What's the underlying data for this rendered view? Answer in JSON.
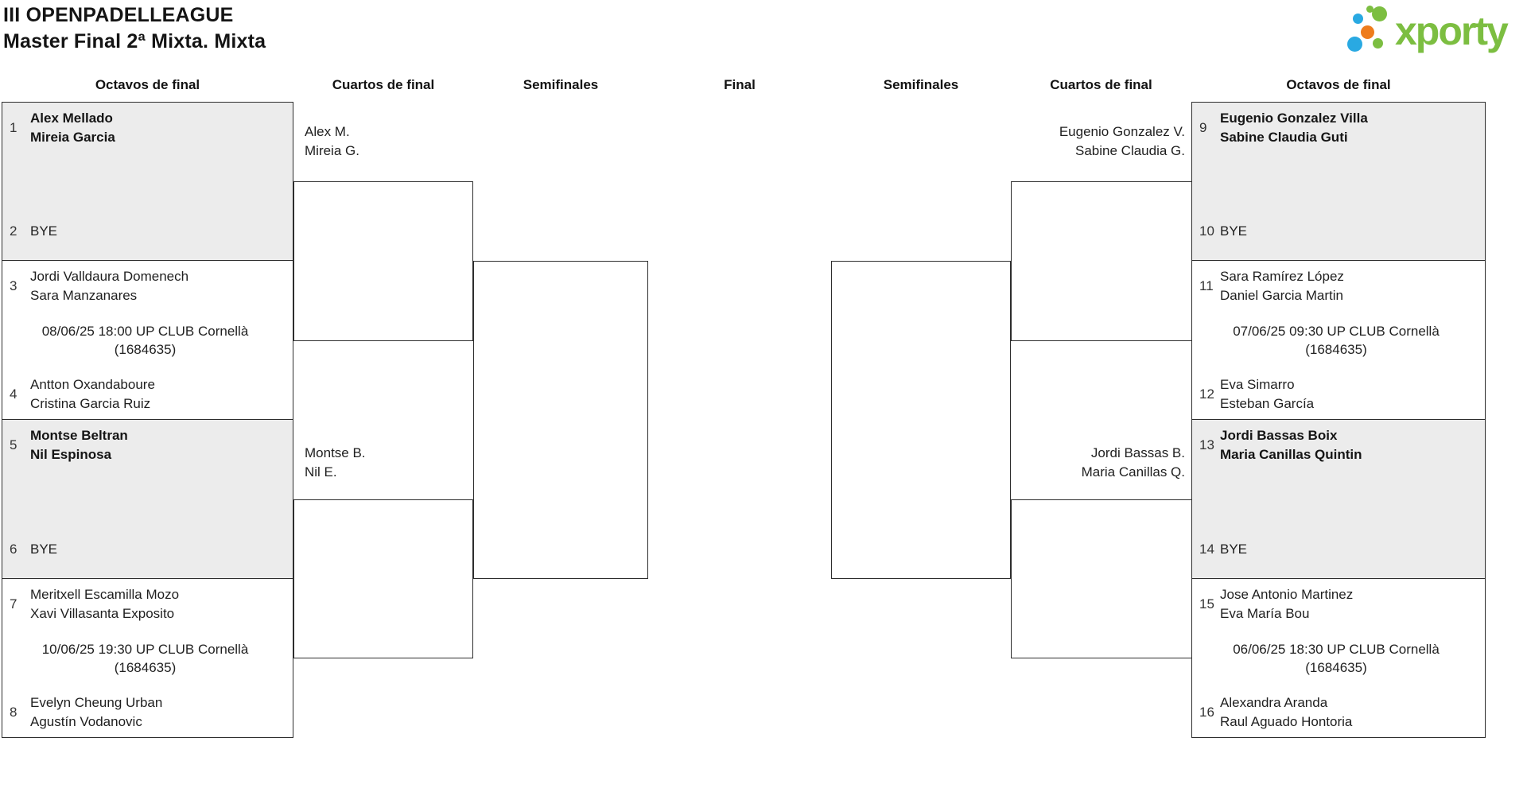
{
  "page": {
    "title_line1": "III OPENPADELLEAGUE",
    "title_line2": "Master Final 2ª Mixta. Mixta"
  },
  "logo": {
    "wordmark": "xporty",
    "green": "#7cbe41",
    "blue": "#29a9e2",
    "orange": "#ee7c1c"
  },
  "rounds": {
    "r1": "Octavos de final",
    "r2": "Cuartos de final",
    "r3": "Semifinales",
    "r4": "Final",
    "r5": "Semifinales",
    "r6": "Cuartos de final",
    "r7": "Octavos de final"
  },
  "matches": {
    "m1": {
      "seed_a": "1",
      "team_a1": "Alex Mellado",
      "team_a2": "Mireia Garcia",
      "seed_b": "2",
      "bye_b": "BYE"
    },
    "m2": {
      "seed_a": "3",
      "team_a1": "Jordi Valldaura Domenech",
      "team_a2": "Sara Manzanares",
      "info1": "08/06/25 18:00 UP CLUB Cornellà",
      "info2": "(1684635)",
      "seed_b": "4",
      "team_b1": "Antton Oxandaboure",
      "team_b2": "Cristina Garcia Ruiz"
    },
    "m3": {
      "seed_a": "5",
      "team_a1": "Montse Beltran",
      "team_a2": "Nil Espinosa",
      "seed_b": "6",
      "bye_b": "BYE"
    },
    "m4": {
      "seed_a": "7",
      "team_a1": "Meritxell Escamilla Mozo",
      "team_a2": "Xavi Villasanta Exposito",
      "info1": "10/06/25 19:30 UP CLUB Cornellà",
      "info2": "(1684635)",
      "seed_b": "8",
      "team_b1": "Evelyn Cheung Urban",
      "team_b2": "Agustín Vodanovic"
    },
    "m5": {
      "seed_a": "9",
      "team_a1": "Eugenio Gonzalez Villa",
      "team_a2": "Sabine Claudia Guti",
      "seed_b": "10",
      "bye_b": "BYE"
    },
    "m6": {
      "seed_a": "11",
      "team_a1": "Sara Ramírez López",
      "team_a2": "Daniel Garcia Martin",
      "info1": "07/06/25 09:30 UP CLUB Cornellà",
      "info2": "(1684635)",
      "seed_b": "12",
      "team_b1": "Eva Simarro",
      "team_b2": "Esteban García"
    },
    "m7": {
      "seed_a": "13",
      "team_a1": "Jordi Bassas Boix",
      "team_a2": "Maria Canillas Quintin",
      "seed_b": "14",
      "bye_b": "BYE"
    },
    "m8": {
      "seed_a": "15",
      "team_a1": "Jose Antonio Martinez",
      "team_a2": "Eva María Bou",
      "info1": "06/06/25 18:30 UP CLUB Cornellà",
      "info2": "(1684635)",
      "seed_b": "16",
      "team_b1": "Alexandra Aranda",
      "team_b2": "Raul Aguado Hontoria"
    }
  },
  "advancers": {
    "qf_left_top1": "Alex M.",
    "qf_left_top2": "Mireia G.",
    "qf_left_bot1": "Montse B.",
    "qf_left_bot2": "Nil E.",
    "qf_right_top1": "Eugenio Gonzalez V.",
    "qf_right_top2": "Sabine Claudia G.",
    "qf_right_bot1": "Jordi Bassas B.",
    "qf_right_bot2": "Maria Canillas Q."
  }
}
